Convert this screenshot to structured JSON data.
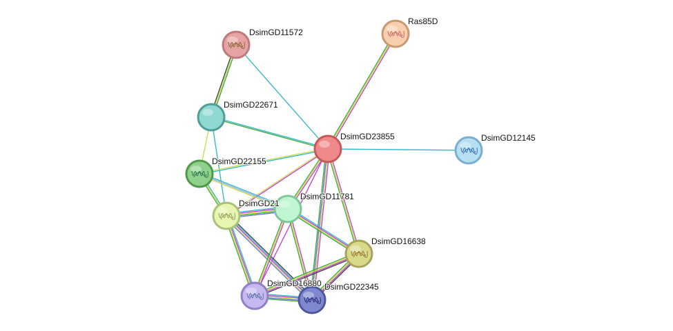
{
  "network": {
    "evidence_colors": {
      "cyan": "#2bb5c8",
      "magenta": "#c23bd3",
      "green": "#3aa63a",
      "yellow": "#c9d948",
      "black": "#3b3b3b",
      "blue": "#5b6fd6",
      "lightblue": "#8fb0e6"
    },
    "nodes": [
      {
        "id": "n11572",
        "label": "DsimGD11572",
        "fill": "#e6a3a3",
        "stroke": "#c07a7a",
        "structure": true,
        "glyph_color": "#8a6a3a"
      },
      {
        "id": "ras85d",
        "label": "Ras85D",
        "fill": "#f6cfae",
        "stroke": "#c79a6f",
        "structure": true,
        "glyph_color": "#d46a6a"
      },
      {
        "id": "n22671",
        "label": "DsimGD22671",
        "fill": "#8fd9d1",
        "stroke": "#4f9e97",
        "structure": false
      },
      {
        "id": "n23855",
        "label": "DsimGD23855",
        "fill": "#f08a8a",
        "stroke": "#c25a5a",
        "structure": false
      },
      {
        "id": "n12145",
        "label": "DsimGD12145",
        "fill": "#b6dff2",
        "stroke": "#7aaed0",
        "structure": true,
        "glyph_color": "#3d6fb3"
      },
      {
        "id": "n22155",
        "label": "DsimGD22155",
        "fill": "#8fd18a",
        "stroke": "#4f9a4a",
        "structure": true,
        "glyph_color": "#2c7a5a"
      },
      {
        "id": "n21",
        "label": "DsimGD21",
        "fill": "#e6f5b0",
        "stroke": "#a9c27a",
        "structure": true,
        "glyph_color": "#9aa05a"
      },
      {
        "id": "n11781",
        "label": "DsimGD11781",
        "fill": "#bff5d0",
        "stroke": "#7fc79a",
        "structure": false
      },
      {
        "id": "n16638",
        "label": "DsimGD16638",
        "fill": "#d9d98a",
        "stroke": "#a8a35a",
        "structure": true,
        "glyph_color": "#9a7a3a"
      },
      {
        "id": "n16880",
        "label": "DsimGD16880",
        "fill": "#c7b8f0",
        "stroke": "#8f7fc4",
        "structure": true,
        "glyph_color": "#5a7aa8"
      },
      {
        "id": "n22345",
        "label": "DsimGD22345",
        "fill": "#7f88cf",
        "stroke": "#4f579c",
        "structure": true,
        "glyph_color": "#2c2f7a"
      }
    ],
    "edges": [
      {
        "source": "n11572",
        "target": "n22671",
        "evidence": [
          "green",
          "yellow",
          "black"
        ]
      },
      {
        "source": "n11572",
        "target": "n23855",
        "evidence": [
          "cyan"
        ]
      },
      {
        "source": "ras85d",
        "target": "n23855",
        "evidence": [
          "magenta",
          "yellow",
          "green"
        ]
      },
      {
        "source": "n22671",
        "target": "n23855",
        "evidence": [
          "cyan",
          "green"
        ]
      },
      {
        "source": "n22671",
        "target": "n22155",
        "evidence": [
          "yellow"
        ]
      },
      {
        "source": "n22671",
        "target": "n21",
        "evidence": [
          "cyan"
        ]
      },
      {
        "source": "n23855",
        "target": "n12145",
        "evidence": [
          "cyan"
        ]
      },
      {
        "source": "n23855",
        "target": "n22155",
        "evidence": [
          "cyan",
          "yellow"
        ]
      },
      {
        "source": "n23855",
        "target": "n21",
        "evidence": [
          "magenta",
          "yellow"
        ]
      },
      {
        "source": "n23855",
        "target": "n11781",
        "evidence": [
          "magenta",
          "yellow",
          "green"
        ]
      },
      {
        "source": "n23855",
        "target": "n16638",
        "evidence": [
          "magenta",
          "yellow",
          "green"
        ]
      },
      {
        "source": "n23855",
        "target": "n22345",
        "evidence": [
          "magenta",
          "yellow",
          "blue",
          "green"
        ]
      },
      {
        "source": "n23855",
        "target": "n16880",
        "evidence": [
          "magenta"
        ]
      },
      {
        "source": "n22155",
        "target": "n21",
        "evidence": [
          "cyan",
          "yellow",
          "green"
        ]
      },
      {
        "source": "n22155",
        "target": "n11781",
        "evidence": [
          "cyan",
          "lightblue",
          "yellow"
        ]
      },
      {
        "source": "n21",
        "target": "n11781",
        "evidence": [
          "cyan",
          "magenta",
          "yellow",
          "green",
          "blue"
        ]
      },
      {
        "source": "n21",
        "target": "n16880",
        "evidence": [
          "cyan",
          "magenta",
          "yellow",
          "green"
        ]
      },
      {
        "source": "n21",
        "target": "n22345",
        "evidence": [
          "black",
          "cyan",
          "magenta",
          "yellow",
          "blue"
        ]
      },
      {
        "source": "n11781",
        "target": "n16638",
        "evidence": [
          "cyan",
          "magenta",
          "yellow",
          "green"
        ]
      },
      {
        "source": "n11781",
        "target": "n16880",
        "evidence": [
          "magenta",
          "yellow",
          "green"
        ]
      },
      {
        "source": "n11781",
        "target": "n22345",
        "evidence": [
          "magenta",
          "yellow",
          "green"
        ]
      },
      {
        "source": "n16638",
        "target": "n16880",
        "evidence": [
          "black",
          "magenta",
          "yellow",
          "green"
        ]
      },
      {
        "source": "n16638",
        "target": "n22345",
        "evidence": [
          "black",
          "magenta",
          "yellow",
          "green"
        ]
      },
      {
        "source": "n16880",
        "target": "n22345",
        "evidence": [
          "cyan",
          "magenta",
          "yellow",
          "blue",
          "green"
        ]
      }
    ]
  }
}
